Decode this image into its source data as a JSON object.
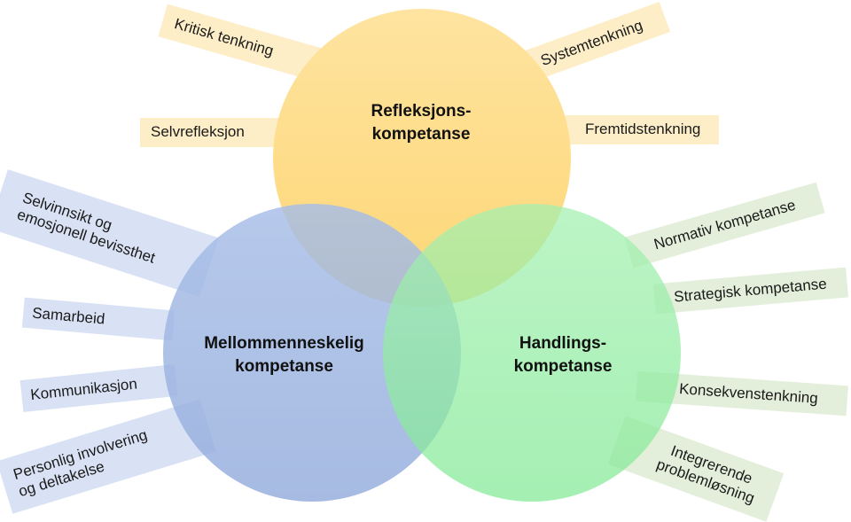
{
  "diagram": {
    "type": "venn",
    "circles": [
      {
        "id": "refleksjon",
        "title_line1": "Refleksjons-",
        "title_line2": "kompetanse",
        "color": "#fdd97a",
        "label_color": "#fdeec8",
        "labels": [
          "Kritisk tenkning",
          "Systemtenkning",
          "Selvrefleksjon",
          "Fremtidstenkning"
        ]
      },
      {
        "id": "mellommenneskelig",
        "title_line1": "Mellommenneskelig",
        "title_line2": "kompetanse",
        "color": "#8ea9dc",
        "label_color": "#d9e2f4",
        "labels": [
          "Selvinnsikt og",
          "emosjonell bevissthet",
          "Samarbeid",
          "Kommunikasjon",
          "Personlig involvering",
          "og deltakelse"
        ]
      },
      {
        "id": "handling",
        "title_line1": "Handlings-",
        "title_line2": "kompetanse",
        "color": "#7ee98f",
        "label_color": "#e3efdb",
        "labels": [
          "Normativ kompetanse",
          "Strategisk kompetanse",
          "Konsekvenstenkning",
          "Integrerende",
          "problemløsning"
        ]
      }
    ]
  },
  "labels": {
    "kritisk": "Kritisk tenkning",
    "system": "Systemtenkning",
    "selvrefleksjon": "Selvrefleksjon",
    "fremtid": "Fremtidstenkning",
    "selvinnsikt_1": "Selvinnsikt og",
    "selvinnsikt_2": "emosjonell bevissthet",
    "samarbeid": "Samarbeid",
    "kommunikasjon": "Kommunikasjon",
    "personlig_1": "Personlig involvering",
    "personlig_2": "og deltakelse",
    "normativ": "Normativ kompetanse",
    "strategisk": "Strategisk kompetanse",
    "konsekvens": "Konsekvenstenkning",
    "integrerende_1": "Integrerende",
    "integrerende_2": "problemløsning"
  },
  "colors": {
    "yellow_circle": "#fdd97a",
    "blue_circle": "#8ea9dc",
    "green_circle": "#7ee98f"
  }
}
